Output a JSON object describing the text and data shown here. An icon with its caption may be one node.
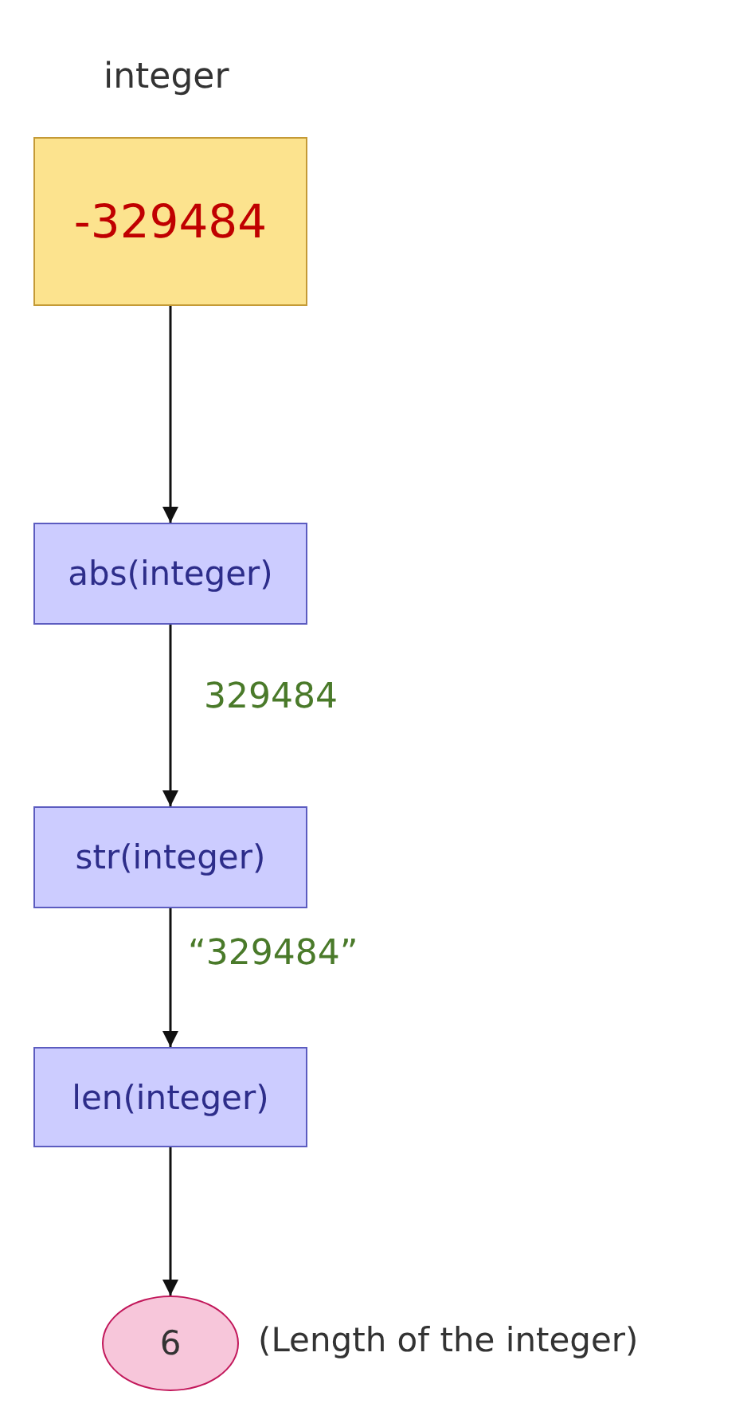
{
  "diagram": {
    "nodes": [
      {
        "text": [
          "integer",
          "-329484"
        ]
      },
      {
        "text": [
          "abs(integer)"
        ]
      },
      {
        "text": [
          "str(integer)"
        ]
      },
      {
        "text": [
          "len(integer)"
        ]
      },
      {
        "text": [
          "6"
        ],
        "beside": [
          "(Length of the integer)"
        ]
      }
    ],
    "edges": [
      {
        "from": 0,
        "to": 1,
        "arrow": "to"
      },
      {
        "from": 1,
        "to": 2,
        "arrow": "to",
        "label": "329484"
      },
      {
        "from": 2,
        "to": 3,
        "arrow": "to",
        "label": "“329484”"
      },
      {
        "from": 3,
        "to": 4,
        "arrow": "to"
      }
    ]
  }
}
